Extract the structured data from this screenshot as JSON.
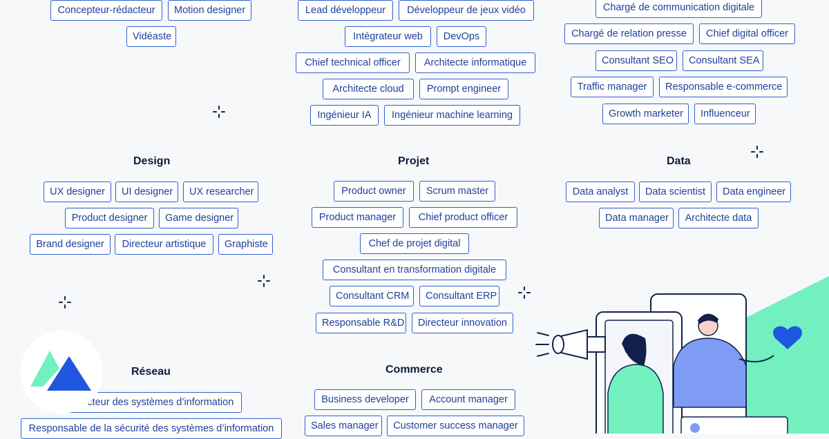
{
  "columns": {
    "left": {
      "top_tags": [
        "Concepteur-rédacteur",
        "Motion designer",
        "Vidéaste"
      ]
    },
    "middle": {
      "top_tags": [
        "Lead développeur",
        "Développeur de jeux vidéo",
        "Intégrateur web",
        "DevOps",
        "Chief technical officer",
        "Architecte informatique",
        "Architecte cloud",
        "Prompt engineer",
        "Ingénieur IA",
        "Ingénieur machine learning"
      ]
    },
    "right": {
      "top_tags": [
        "Chargé de communication digitale",
        "Chargé de relation presse",
        "Chief digital officer",
        "Consultant SEO",
        "Consultant SEA",
        "Traffic manager",
        "Responsable e-commerce",
        "Growth marketer",
        "Influenceur"
      ]
    }
  },
  "sections": {
    "design": {
      "title": "Design",
      "tags": [
        "UX designer",
        "UI designer",
        "UX researcher",
        "Product designer",
        "Game designer",
        "Brand designer",
        "Directeur artistique",
        "Graphiste"
      ]
    },
    "projet": {
      "title": "Projet",
      "tags": [
        "Product owner",
        "Scrum master",
        "Product manager",
        "Chief product officer",
        "Chef de projet digital",
        "Consultant en transformation digitale",
        "Consultant CRM",
        "Consultant ERP",
        "Responsable R&D",
        "Directeur innovation"
      ]
    },
    "data": {
      "title": "Data",
      "tags": [
        "Data analyst",
        "Data scientist",
        "Data engineer",
        "Data manager",
        "Architecte data"
      ]
    },
    "reseau": {
      "title": "Réseau",
      "tags": [
        "Directeur des systèmes d’information",
        "Responsable de la sécurité des systèmes d’information"
      ]
    },
    "commerce": {
      "title": "Commerce",
      "tags": [
        "Business developer",
        "Account manager",
        "Sales manager",
        "Customer success manager"
      ]
    }
  },
  "colors": {
    "tag_border": "#2f5fd0",
    "tag_text": "#1f3f9a",
    "heading": "#0e1b3d",
    "accent_green": "#72f0bf",
    "accent_blue": "#1f56e0"
  },
  "icons": [
    "sparkle-icon",
    "megaphone-icon",
    "heart-icon",
    "logo-icon"
  ]
}
